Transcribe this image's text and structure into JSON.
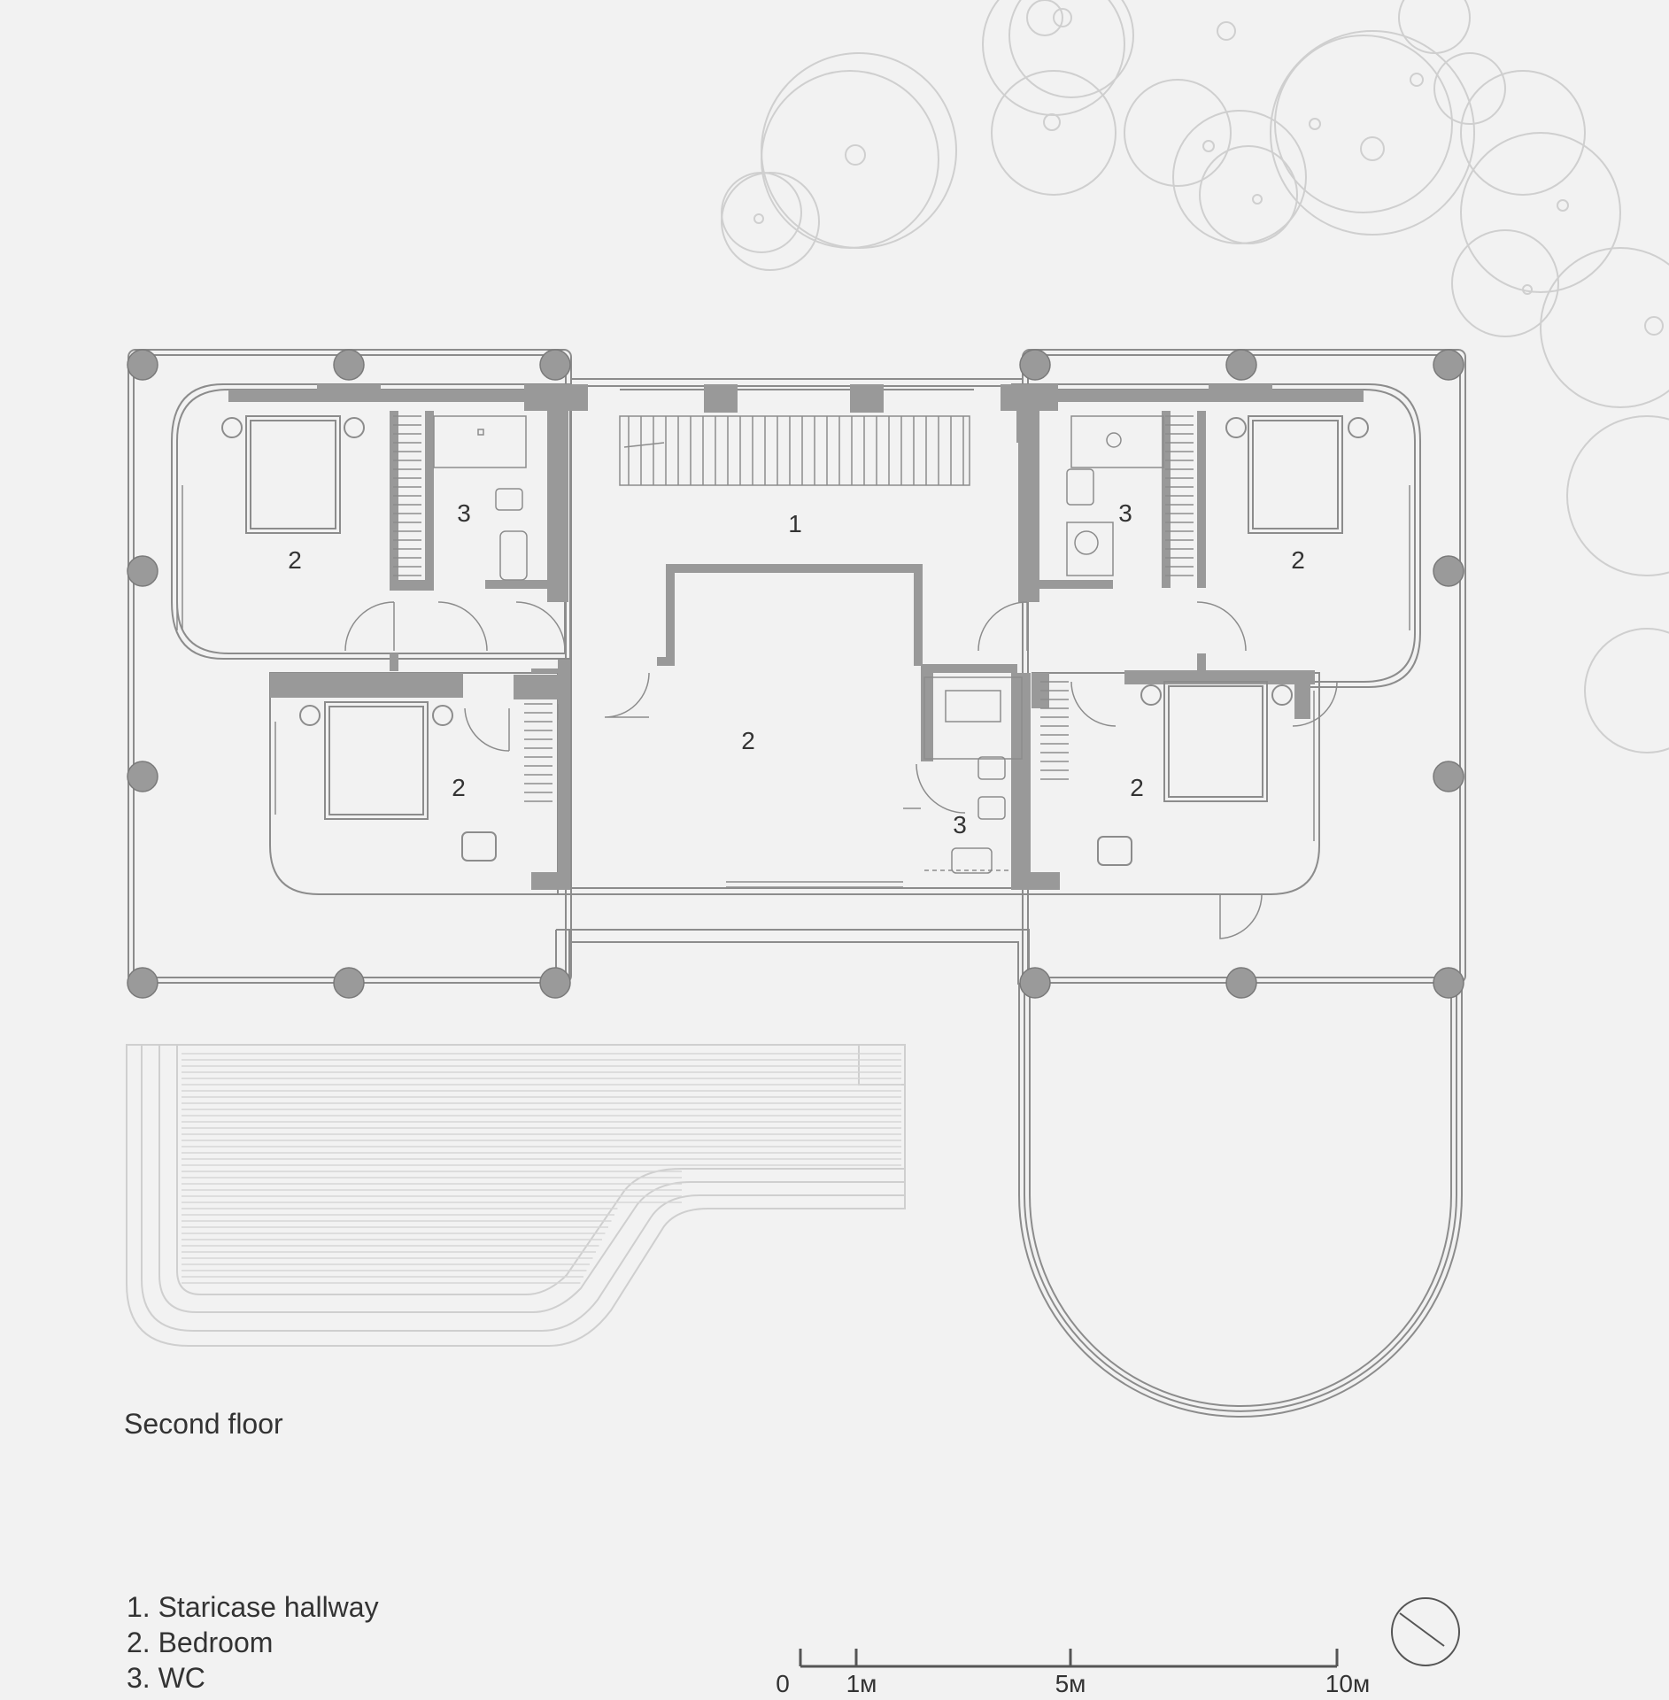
{
  "plan": {
    "title": "Second floor",
    "room_labels": [
      {
        "id": "hall",
        "text": "1"
      },
      {
        "id": "bed-nw",
        "text": "2"
      },
      {
        "id": "bed-ne",
        "text": "2"
      },
      {
        "id": "bed-sw",
        "text": "2"
      },
      {
        "id": "bed-center",
        "text": "2"
      },
      {
        "id": "bed-se",
        "text": "2"
      },
      {
        "id": "wc-w",
        "text": "3"
      },
      {
        "id": "wc-e",
        "text": "3"
      },
      {
        "id": "wc-center",
        "text": "3"
      }
    ]
  },
  "legend": [
    "1. Staricase hallway",
    "2. Bedroom",
    "3. WC"
  ],
  "scale_bar": [
    "0",
    "1м",
    "5м",
    "10м"
  ],
  "colors": {
    "background": "#f2f2f2",
    "wall": "#999999",
    "column": "#9a9a9a",
    "line": "#8c8c8c",
    "tree": "#c8c8c8",
    "text": "#333333"
  }
}
